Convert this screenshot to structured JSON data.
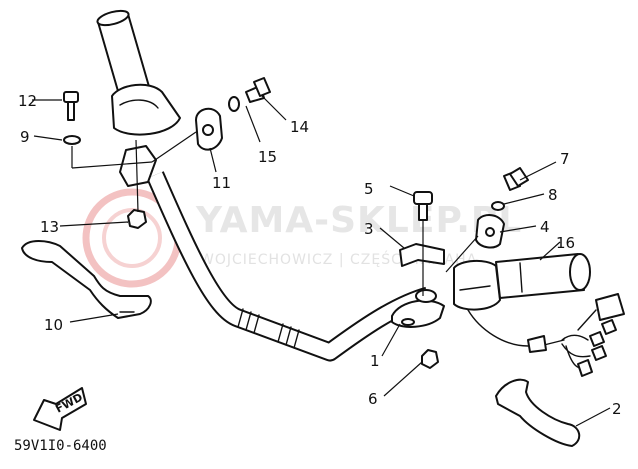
{
  "diagram_code": "59V1I0-6400",
  "fwd_label": "FWD",
  "watermark": {
    "brand": "YAMA-SKLEP.PL",
    "sub": "WOJCIECHOWICZ | CZĘŚCI YAMAHA",
    "color": "#e85a5a"
  },
  "callouts": [
    "1",
    "2",
    "3",
    "4",
    "5",
    "6",
    "7",
    "8",
    "9",
    "10",
    "11",
    "12",
    "13",
    "14",
    "15",
    "16"
  ]
}
